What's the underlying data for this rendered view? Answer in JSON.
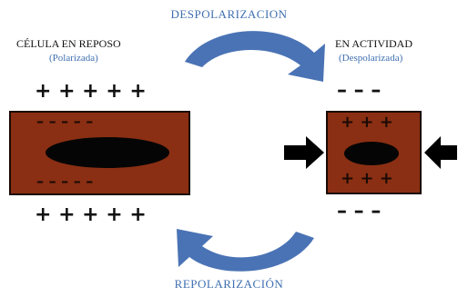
{
  "process": {
    "top_label": "DESPOLARIZACION",
    "bottom_label": "REPOLARIZACIÓN"
  },
  "rest_cell": {
    "title": "CÉLULA EN REPOSO",
    "subtitle": "(Polarizada)",
    "outer_top": "+ + + + +",
    "inner_top": "– – – – –",
    "inner_bottom": "– – – – –",
    "outer_bottom": "+ + + + +"
  },
  "active_cell": {
    "title": "EN ACTIVIDAD",
    "subtitle": "(Despolarizada)",
    "outer_top": "– – –",
    "inner_top": "+ + +",
    "inner_bottom": "+ + +",
    "outer_bottom": "– – –"
  },
  "colors": {
    "cell_fill": "#8a2f13",
    "nucleus": "#050505",
    "process_arrow": "#4a73b5",
    "label_blue": "#3f6fb0",
    "stimulus_arrow": "#000000"
  },
  "icons": [
    "curved-arrow-icon",
    "stimulus-arrow-icon"
  ]
}
